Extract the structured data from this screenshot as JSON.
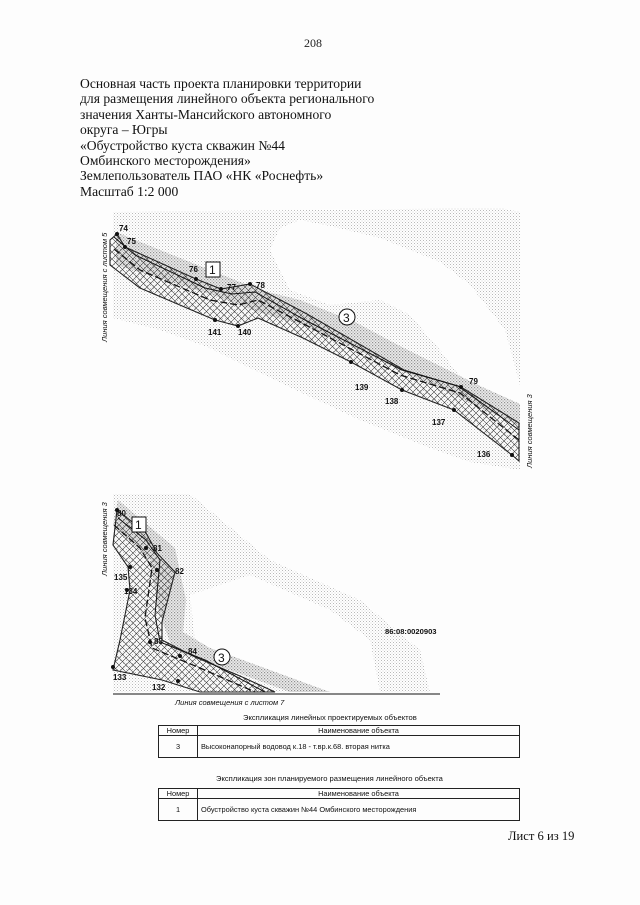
{
  "page_number": "208",
  "header_lines": [
    "Основная часть проекта планировки территории",
    "для размещения линейного объекта регионального",
    "значения Ханты-Мансийского автономного",
    "округа – Югры",
    "«Обустройство куста скважин №44",
    "Омбинского месторождения»",
    "Землепользователь ПАО «НК «Роснефть»",
    "Масштаб 1:2 000"
  ],
  "map_top": {
    "points": [
      {
        "label": "74"
      },
      {
        "label": "75"
      },
      {
        "label": "76"
      },
      {
        "label": "77"
      },
      {
        "label": "78"
      },
      {
        "label": "79"
      },
      {
        "label": "136"
      },
      {
        "label": "137"
      },
      {
        "label": "138"
      },
      {
        "label": "139"
      },
      {
        "label": "140"
      },
      {
        "label": "141"
      }
    ],
    "zone_label": "1",
    "object_label": "3",
    "left_match_line": "Линия совмещения с листом 5",
    "right_match_line": "Линия совмещения 3"
  },
  "map_bottom": {
    "points": [
      {
        "label": "80"
      },
      {
        "label": "81"
      },
      {
        "label": "82"
      },
      {
        "label": "83"
      },
      {
        "label": "84"
      },
      {
        "label": "132"
      },
      {
        "label": "133"
      },
      {
        "label": "134"
      },
      {
        "label": "135"
      }
    ],
    "zone_label": "1",
    "object_label": "3",
    "cadastral_number": "86:08:0020903",
    "left_match_line": "Линия совмещения 3",
    "bottom_match_line": "Линия совмещения с листом 7"
  },
  "linear_objects_table": {
    "caption": "Экспликация линейных проектируемых объектов",
    "headers": [
      "Номер",
      "Наименование объекта"
    ],
    "rows": [
      [
        "3",
        "Высоконапорный водовод к.18 - т.вр.к.68. вторая нитка"
      ]
    ]
  },
  "zones_table": {
    "caption": "Экспликация зон планируемого размещения линейного объекта",
    "headers": [
      "Номер",
      "Наименование объекта"
    ],
    "rows": [
      [
        "1",
        "Обустройство куста скважин №44 Омбинского месторождения"
      ]
    ]
  },
  "sheet_label": "Лист 6 из 19"
}
